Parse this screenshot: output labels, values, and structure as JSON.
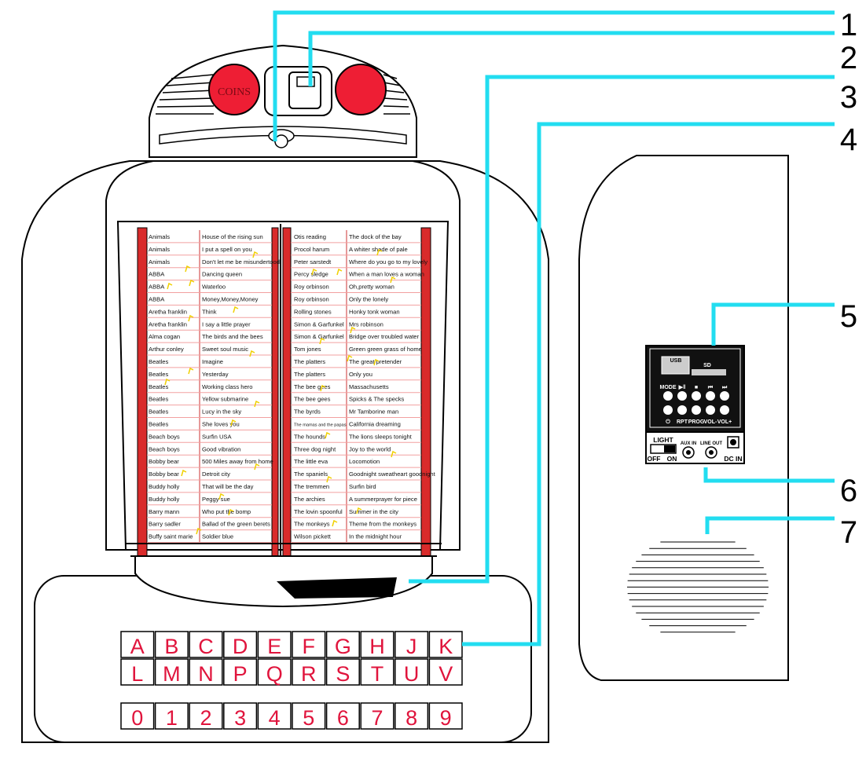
{
  "callouts": [
    "1",
    "2",
    "3",
    "4",
    "5",
    "6",
    "7"
  ],
  "coin_label": "COINS",
  "songs_left": [
    [
      "Animals",
      "House of the rising sun"
    ],
    [
      "Animals",
      "I put a spell on you"
    ],
    [
      "Animals",
      "Don't let me be misundertood"
    ],
    [
      "ABBA",
      "Dancing queen"
    ],
    [
      "ABBA",
      "Waterloo"
    ],
    [
      "ABBA",
      "Money,Money,Money"
    ],
    [
      "Aretha franklin",
      "Think"
    ],
    [
      "Aretha franklin",
      "I say a little prayer"
    ],
    [
      "Alma cogan",
      "The birds and the bees"
    ],
    [
      "Arthur conley",
      "Sweet soul music"
    ],
    [
      "Beatles",
      "Imagine"
    ],
    [
      "Beatles",
      "Yesterday"
    ],
    [
      "Beatles",
      "Working class hero"
    ],
    [
      "Beatles",
      "Yellow submarine"
    ],
    [
      "Beatles",
      "Lucy in the sky"
    ],
    [
      "Beatles",
      "She loves you"
    ],
    [
      "Beach boys",
      "Surfin USA"
    ],
    [
      "Beach boys",
      "Good vibration"
    ],
    [
      "Bobby bear",
      "500 Miles away from home"
    ],
    [
      "Bobby bear",
      "Detroit city"
    ],
    [
      "Buddy holly",
      "That will be the day"
    ],
    [
      "Buddy holly",
      "Peggy sue"
    ],
    [
      "Barry mann",
      "Who put the bomp"
    ],
    [
      "Barry sadler",
      "Ballad of the green berets"
    ],
    [
      "Buffy saint marie",
      "Soldier blue"
    ]
  ],
  "songs_right": [
    [
      "Otis reading",
      "The dock of the bay"
    ],
    [
      "Procol harum",
      "A whiter shade of pale"
    ],
    [
      "Peter sarstedt",
      "Where do you go to my lovely"
    ],
    [
      "Percy sledge",
      "When a man loves a woman"
    ],
    [
      "Roy orbinson",
      "Oh,pretty woman"
    ],
    [
      "Roy orbinson",
      "Only the lonely"
    ],
    [
      "Rolling stones",
      "Honky tonk woman"
    ],
    [
      "Simon & Garfunkel",
      "Mrs robinson"
    ],
    [
      "Simon & Garfunkel",
      "Bridge over troubled water"
    ],
    [
      "Tom jones",
      "Green green grass of home"
    ],
    [
      "The platters",
      "The great pretender"
    ],
    [
      "The platters",
      "Only you"
    ],
    [
      "The bee gees",
      "Massachusetts"
    ],
    [
      "The bee gees",
      "Spicks & The specks"
    ],
    [
      "The byrds",
      "Mr Tamborine man"
    ],
    [
      "The mamas and the papas",
      "California dreaming"
    ],
    [
      "The hounds",
      "The lions sleeps tonight"
    ],
    [
      "Three dog night",
      "Joy to the world"
    ],
    [
      "The little eva",
      "Locomotion"
    ],
    [
      "The spaniels",
      "Goodnight sweatheart goodnight"
    ],
    [
      "The tremmen",
      "Surfin bird"
    ],
    [
      "The archies",
      "A summerprayer for piece"
    ],
    [
      "The lovin spoonful",
      "Summer in the city"
    ],
    [
      "The monkeys",
      "Theme from the monkeys"
    ],
    [
      "Wilson pickett",
      "In the midnight hour"
    ]
  ],
  "keys_row1": [
    "A",
    "B",
    "C",
    "D",
    "E",
    "F",
    "G",
    "H",
    "J",
    "K"
  ],
  "keys_row2": [
    "L",
    "M",
    "N",
    "P",
    "Q",
    "R",
    "S",
    "T",
    "U",
    "V"
  ],
  "keys_row3": [
    "0",
    "1",
    "2",
    "3",
    "4",
    "5",
    "6",
    "7",
    "8",
    "9"
  ],
  "panel": {
    "usb": "USB",
    "sd": "SD",
    "btn_top": [
      "MODE",
      "▶‖",
      "■",
      "⏮",
      "⏭"
    ],
    "btn_bottom": [
      "⏻",
      "RPT",
      "PROG",
      "VOL-",
      "VOL+"
    ],
    "light": "LIGHT",
    "off": "OFF",
    "on": "ON",
    "aux_in": "AUX IN",
    "line_out": "LINE OUT",
    "dc_in": "DC IN"
  },
  "colors": {
    "callout_line": "#22ddf0",
    "coin_red": "#ee1e34",
    "key_letter": "#e0143c",
    "list_stripe": "#d92b2b",
    "list_rule": "#f2a0a0",
    "note": "#f0d000"
  }
}
